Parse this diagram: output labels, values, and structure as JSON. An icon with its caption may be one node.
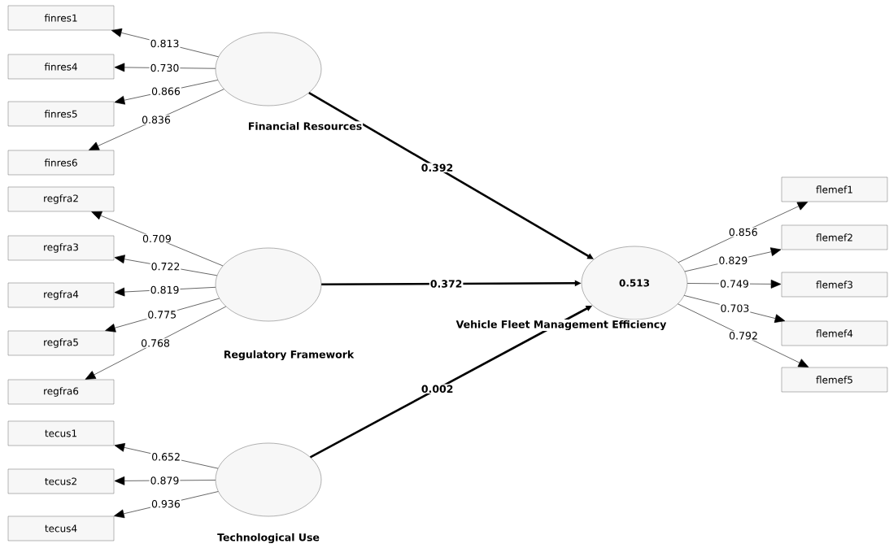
{
  "diagram": {
    "nodes": [
      {
        "text": [
          "finres1"
        ]
      },
      {
        "text": [
          "finres4"
        ]
      },
      {
        "text": [
          "finres5"
        ]
      },
      {
        "text": [
          "finres6"
        ]
      },
      {
        "text": [
          "Financial Resources"
        ]
      },
      {
        "text": [
          "regfra2"
        ]
      },
      {
        "text": [
          "regfra3"
        ]
      },
      {
        "text": [
          "regfra4"
        ]
      },
      {
        "text": [
          "regfra5"
        ]
      },
      {
        "text": [
          "regfra6"
        ]
      },
      {
        "text": [
          "Regulatory Framework"
        ]
      },
      {
        "text": [
          "tecus1"
        ]
      },
      {
        "text": [
          "tecus2"
        ]
      },
      {
        "text": [
          "tecus4"
        ]
      },
      {
        "text": [
          "Technological Use"
        ]
      },
      {
        "text": [
          "0.513",
          "Vehicle Fleet Management Efficiency"
        ]
      },
      {
        "text": [
          "flemef1"
        ]
      },
      {
        "text": [
          "flemef2"
        ]
      },
      {
        "text": [
          "flemef3"
        ]
      },
      {
        "text": [
          "flemef4"
        ]
      },
      {
        "text": [
          "flemef5"
        ]
      }
    ],
    "edges": [
      {
        "from": 4,
        "to": 0,
        "arrow": "to",
        "label": "0.813"
      },
      {
        "from": 4,
        "to": 1,
        "arrow": "to",
        "label": "0.730"
      },
      {
        "from": 4,
        "to": 2,
        "arrow": "to",
        "label": "0.866"
      },
      {
        "from": 4,
        "to": 3,
        "arrow": "to",
        "label": "0.836"
      },
      {
        "from": 10,
        "to": 5,
        "arrow": "to",
        "label": "0.709"
      },
      {
        "from": 10,
        "to": 6,
        "arrow": "to",
        "label": "0.722"
      },
      {
        "from": 10,
        "to": 7,
        "arrow": "to",
        "label": "0.819"
      },
      {
        "from": 10,
        "to": 8,
        "arrow": "to",
        "label": "0.775"
      },
      {
        "from": 10,
        "to": 9,
        "arrow": "to",
        "label": "0.768"
      },
      {
        "from": 14,
        "to": 11,
        "arrow": "to",
        "label": "0.652"
      },
      {
        "from": 14,
        "to": 12,
        "arrow": "to",
        "label": "0.879"
      },
      {
        "from": 14,
        "to": 13,
        "arrow": "to",
        "label": "0.936"
      },
      {
        "from": 4,
        "to": 15,
        "arrow": "to",
        "label": "0.392",
        "style": "thick"
      },
      {
        "from": 10,
        "to": 15,
        "arrow": "to",
        "label": "0.372",
        "style": "thick"
      },
      {
        "from": 14,
        "to": 15,
        "arrow": "to",
        "label": "0.002",
        "style": "thick"
      },
      {
        "from": 15,
        "to": 16,
        "arrow": "to",
        "label": "0.856"
      },
      {
        "from": 15,
        "to": 17,
        "arrow": "to",
        "label": "0.829"
      },
      {
        "from": 15,
        "to": 18,
        "arrow": "to",
        "label": "0.749"
      },
      {
        "from": 15,
        "to": 19,
        "arrow": "to",
        "label": "0.703"
      },
      {
        "from": 15,
        "to": 20,
        "arrow": "to",
        "label": "0.792"
      }
    ]
  }
}
